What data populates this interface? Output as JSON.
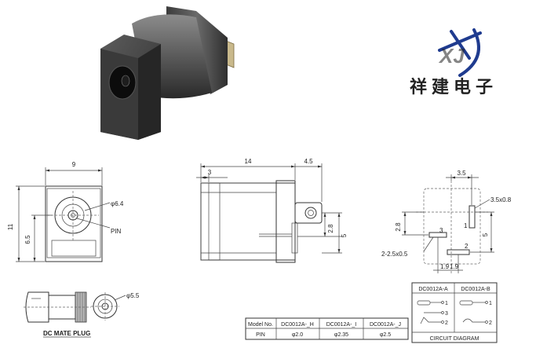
{
  "logo": {
    "mark": "XJ",
    "company": "祥建电子",
    "color": "#1f3b8f",
    "accent": "#8a1a3a"
  },
  "dims_left": {
    "width": "9",
    "height": "11",
    "lower": "6.5",
    "diameter": "φ6.4",
    "pin": "PIN"
  },
  "dims_mid": {
    "length": "14",
    "rear": "4.5",
    "front": "3",
    "pin_h": "2.8",
    "pin_spacing": "5"
  },
  "dims_right": {
    "top": "3.5",
    "slot": "3.5x0.8",
    "left_h": "2.8",
    "right_h": "5",
    "bottom": "1.9",
    "bottom2": "1.9",
    "hole": "2-2.5x0.5",
    "p1": "1",
    "p2": "2",
    "p3": "3"
  },
  "plug": {
    "diameter": "φ5.5",
    "label": "DC MATE PLUG"
  },
  "model_table": {
    "headers": [
      "Model No.",
      "DC0012A-_H",
      "DC0012A-_I",
      "DC0012A-_J"
    ],
    "row": [
      "PIN",
      "φ2.0",
      "φ2.35",
      "φ2.5"
    ]
  },
  "circuit": {
    "col_a": "DC0012A-A",
    "col_b": "DC0012A-B",
    "p1": "1",
    "p2": "2",
    "p3": "3",
    "title": "CIRCUIT DIAGRAM"
  }
}
